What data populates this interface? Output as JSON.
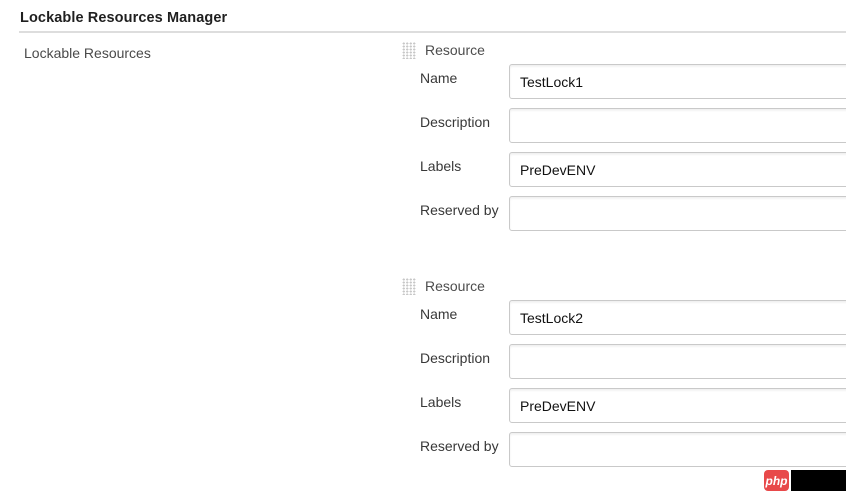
{
  "page": {
    "title": "Lockable Resources Manager"
  },
  "form": {
    "section_label": "Lockable Resources",
    "resources": [
      {
        "header": "Resource",
        "fields": [
          {
            "label": "Name",
            "value": "TestLock1"
          },
          {
            "label": "Description",
            "value": ""
          },
          {
            "label": "Labels",
            "value": "PreDevENV"
          },
          {
            "label": "Reserved by",
            "value": ""
          }
        ]
      },
      {
        "header": "Resource",
        "fields": [
          {
            "label": "Name",
            "value": "TestLock2"
          },
          {
            "label": "Description",
            "value": ""
          },
          {
            "label": "Labels",
            "value": "PreDevENV"
          },
          {
            "label": "Reserved by",
            "value": ""
          }
        ]
      }
    ]
  },
  "icons": {
    "drag_handle": "dot-grid-handle"
  },
  "watermark": {
    "text": "php",
    "badge_color": "#e8494a",
    "bar_color": "#000000"
  }
}
